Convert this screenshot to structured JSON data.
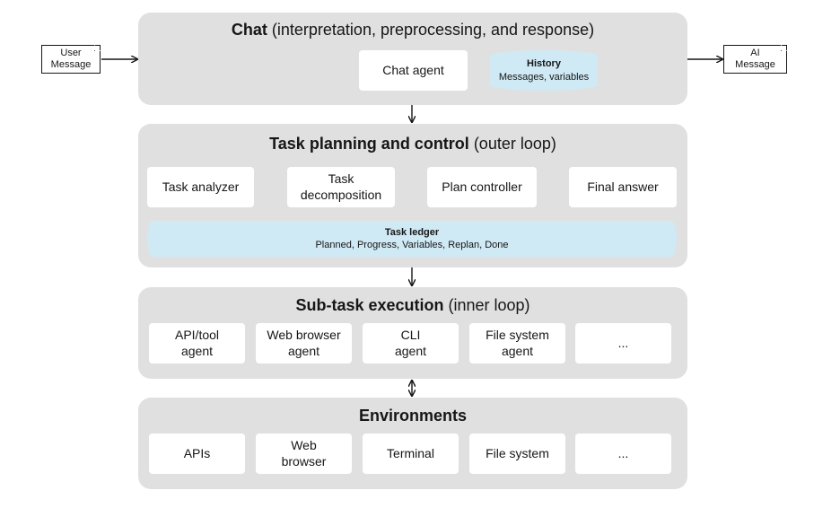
{
  "inputs": {
    "user_message": "User\nMessage",
    "ai_message": "AI\nMessage"
  },
  "chat": {
    "title_bold": "Chat",
    "title_rest": " (interpretation, preprocessing, and response)",
    "agent": "Chat agent",
    "history_title": "History",
    "history_sub": "Messages, variables"
  },
  "planning": {
    "title_bold": "Task planning and control",
    "title_rest": " (outer loop)",
    "steps": [
      "Task analyzer",
      "Task\ndecomposition",
      "Plan controller",
      "Final answer"
    ],
    "ledger_title": "Task ledger",
    "ledger_sub": "Planned, Progress, Variables, Replan, Done"
  },
  "subtask": {
    "title_bold": "Sub-task execution",
    "title_rest": " (inner loop)",
    "agents": [
      "API/tool\nagent",
      "Web browser\nagent",
      "CLI\nagent",
      "File system\nagent",
      "..."
    ]
  },
  "environments": {
    "title_bold": "Environments",
    "items": [
      "APIs",
      "Web\nbrowser",
      "Terminal",
      "File system",
      "..."
    ]
  }
}
